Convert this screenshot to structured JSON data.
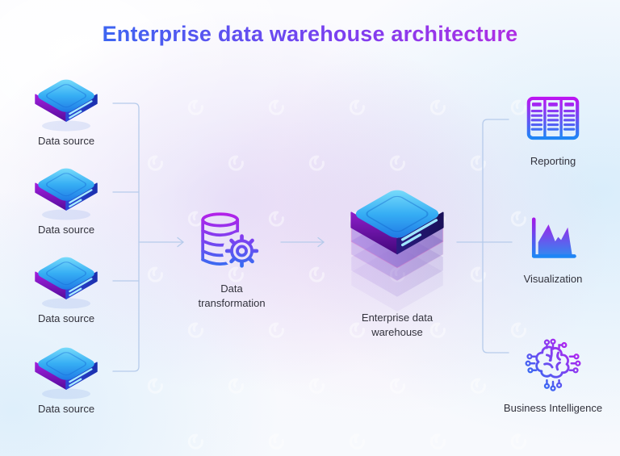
{
  "title": "Enterprise data warehouse architecture",
  "nodes": {
    "sources": [
      {
        "label": "Data source",
        "icon": "database-box-icon"
      },
      {
        "label": "Data source",
        "icon": "database-box-icon"
      },
      {
        "label": "Data source",
        "icon": "database-box-icon"
      },
      {
        "label": "Data source",
        "icon": "database-box-icon"
      }
    ],
    "transformation": {
      "label": "Data transformation",
      "icon": "database-gear-icon"
    },
    "warehouse": {
      "label": "Enterprise data warehouse",
      "icon": "stacked-server-box-icon"
    },
    "outputs": [
      {
        "label": "Reporting",
        "icon": "report-table-icon"
      },
      {
        "label": "Visualization",
        "icon": "area-chart-icon"
      },
      {
        "label": "Business Intelligence",
        "icon": "brain-circuit-icon"
      }
    ]
  },
  "colors": {
    "title_gradient_start": "#2f6df1",
    "title_gradient_mid": "#7b3ff0",
    "title_gradient_end": "#c427de",
    "icon_purple": "#b01fe6",
    "icon_blue": "#1e7cf2",
    "box_top_light": "#7fe0fb",
    "box_top_dark": "#1d74e4",
    "box_side_purple": "#a21fdd",
    "box_side_blue": "#2d49da",
    "connector": "#b6cbeb",
    "label_text": "#32323c"
  }
}
